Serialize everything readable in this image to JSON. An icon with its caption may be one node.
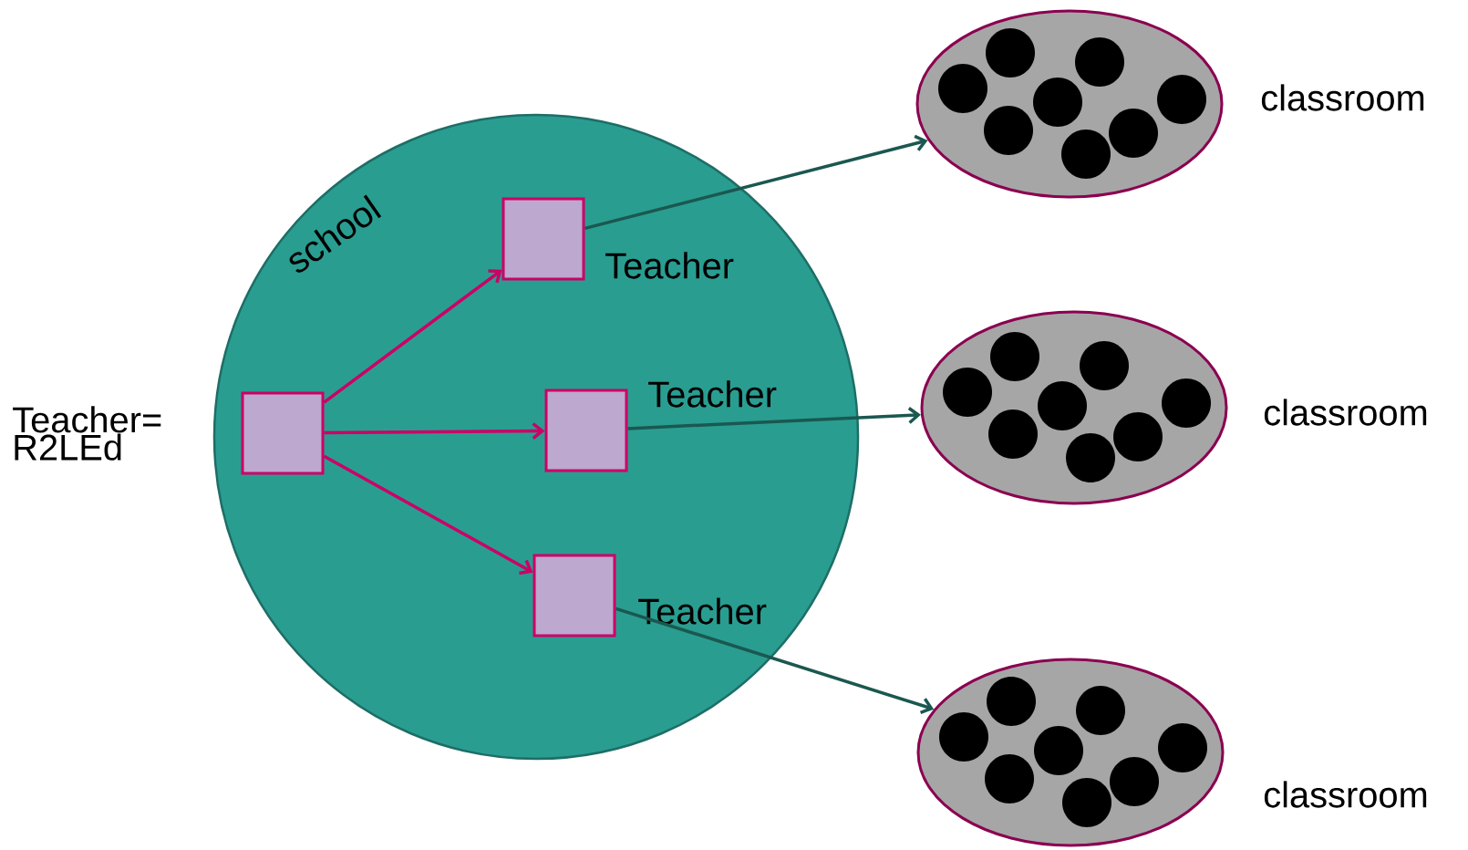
{
  "diagram": {
    "nodes": [
      {
        "text": [
          "school"
        ]
      },
      {
        "text": [],
        "shape": "box",
        "in": 0,
        "beside": [
          "Teacher= R2LEd"
        ]
      },
      {
        "text": [],
        "shape": "box",
        "in": 0,
        "beside": [
          "Teacher"
        ]
      },
      {
        "text": [],
        "shape": "box",
        "in": 0,
        "beside": [
          "Teacher"
        ]
      },
      {
        "text": [],
        "shape": "box",
        "in": 0,
        "beside": [
          "Teacher"
        ]
      },
      {
        "text": [],
        "shape": "ellipse",
        "beside": [
          "classroom"
        ]
      },
      {
        "text": [],
        "shape": "ellipse",
        "beside": [
          "classroom"
        ]
      },
      {
        "text": [],
        "shape": "ellipse",
        "beside": [
          "classroom"
        ]
      }
    ],
    "edges": [
      {
        "from": 1,
        "to": 2,
        "arrow": "to",
        "color": "#cc0066"
      },
      {
        "from": 1,
        "to": 3,
        "arrow": "to",
        "color": "#cc0066"
      },
      {
        "from": 1,
        "to": 4,
        "arrow": "to",
        "color": "#cc0066"
      },
      {
        "from": 2,
        "to": 5,
        "arrow": "to",
        "color": "#1a5850"
      },
      {
        "from": 3,
        "to": 6,
        "arrow": "to",
        "color": "#1a5850"
      },
      {
        "from": 4,
        "to": 7,
        "arrow": "to",
        "color": "#1a5850"
      }
    ]
  }
}
